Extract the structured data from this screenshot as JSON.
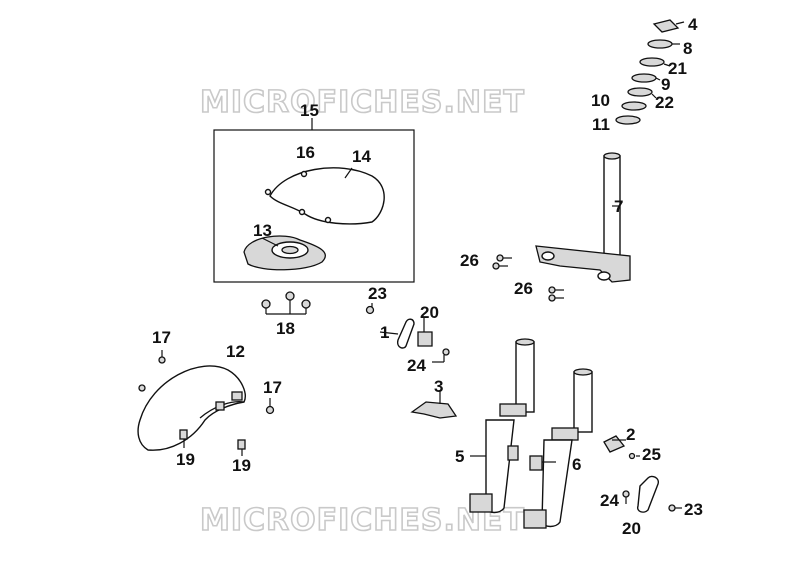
{
  "watermark": {
    "text": "MICROFICHES.NET"
  },
  "callouts": {
    "c1": "1",
    "c2": "2",
    "c3": "3",
    "c4": "4",
    "c5": "5",
    "c6": "6",
    "c7": "7",
    "c8": "8",
    "c9": "9",
    "c10": "10",
    "c11": "11",
    "c12": "12",
    "c13": "13",
    "c14": "14",
    "c15": "15",
    "c16": "16",
    "c17a": "17",
    "c17b": "17",
    "c18": "18",
    "c19a": "19",
    "c19b": "19",
    "c20a": "20",
    "c20b": "20",
    "c21": "21",
    "c22": "22",
    "c23a": "23",
    "c23b": "23",
    "c24a": "24",
    "c24b": "24",
    "c25": "25",
    "c26a": "26",
    "c26b": "26"
  }
}
